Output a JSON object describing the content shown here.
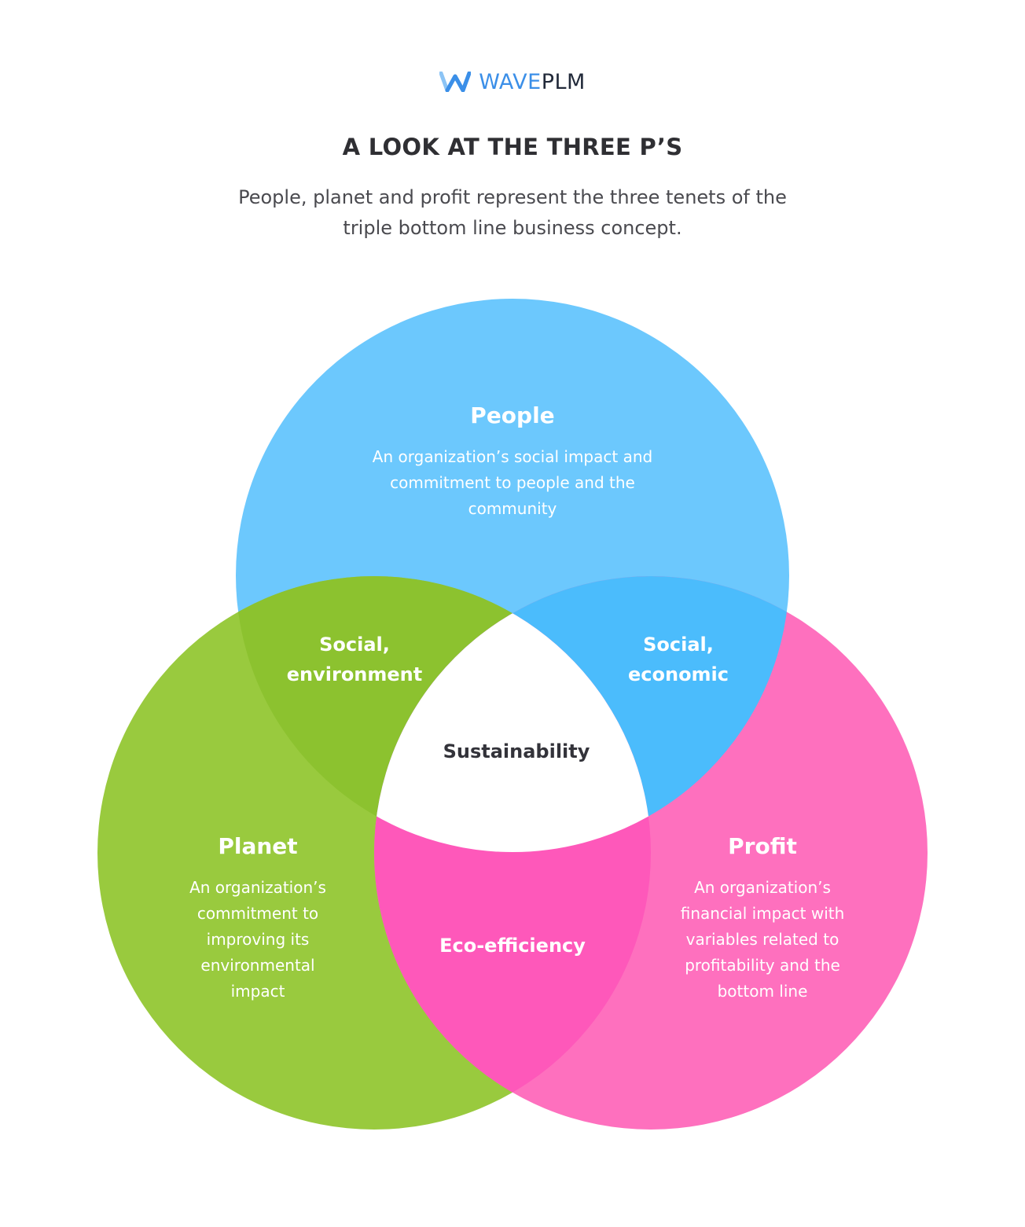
{
  "brand": {
    "name_part1": "WAVE",
    "name_part2": "PLM",
    "logo_icon": "wave-w-icon",
    "colors": {
      "primary": "#3b8fe8",
      "light": "#8cc4f5",
      "dark": "#222a3a"
    }
  },
  "header": {
    "title": "A LOOK AT THE THREE P’S",
    "subtitle": "People, planet and profit represent the three tenets of the triple bottom line business concept."
  },
  "diagram": {
    "circles": [
      {
        "title": "People",
        "description": "An organization’s social impact and commitment to people and the community",
        "color": "#6cc8fd"
      },
      {
        "title": "Planet",
        "description": "An organization’s commitment to improving its environmental impact",
        "color": "#99ca3e"
      },
      {
        "title": "Profit",
        "description": "An organization’s financial impact with variables related to profitability and the bottom line",
        "color": "#fe70be"
      }
    ],
    "overlaps": {
      "people_planet": "Social, environment",
      "people_profit": "Social, economic",
      "planet_profit": "Eco-efficiency",
      "center": "Sustainability"
    },
    "overlap_colors": {
      "people_planet": "#8cc22f",
      "people_profit": "#4bbcfc",
      "planet_profit": "#fe58ba",
      "center": "#ffffff"
    }
  }
}
